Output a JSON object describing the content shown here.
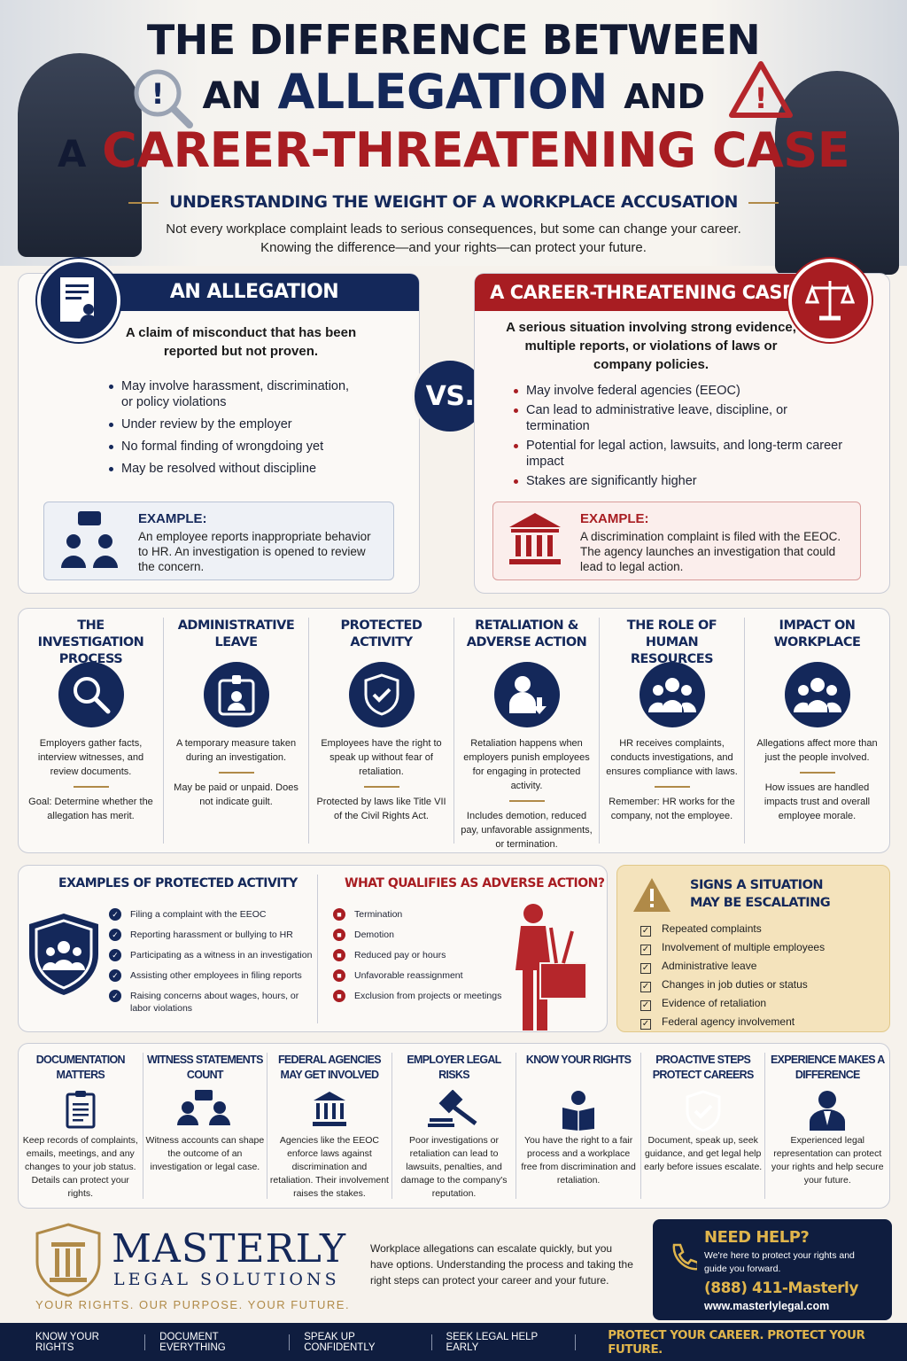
{
  "header": {
    "title_line1": "THE DIFFERENCE BETWEEN",
    "title_an": "AN",
    "title_allegation": "ALLEGATION",
    "title_and": "AND",
    "title_a": "A",
    "title_case": "CAREER-THREATENING CASE",
    "subtitle": "UNDERSTANDING THE WEIGHT OF A WORKPLACE ACCUSATION",
    "intro_line1": "Not every workplace complaint leads to serious consequences, but some can change your career.",
    "intro_line2": "Knowing the difference—and your rights—can protect your future."
  },
  "allegation": {
    "title": "AN ALLEGATION",
    "lede": "A claim of misconduct that has been reported but not proven.",
    "bullets": [
      "May involve harassment, discrimination, or policy violations",
      "Under review by the employer",
      "No formal finding of wrongdoing yet",
      "May be resolved without discipline"
    ],
    "example_label": "EXAMPLE:",
    "example_text": "An employee reports inappropriate behavior to HR. An investigation is opened to review the concern."
  },
  "vs": "VS.",
  "case": {
    "title": "A CAREER-THREATENING CASE",
    "lede": "A serious situation involving strong evidence, multiple reports, or violations of laws or company policies.",
    "bullets": [
      "May involve federal agencies (EEOC)",
      "Can lead to administrative leave, discipline, or termination",
      "Potential for legal action, lawsuits, and long-term career impact",
      "Stakes are significantly higher"
    ],
    "example_label": "EXAMPLE:",
    "example_text": "A discrimination complaint is filed with the EEOC. The agency launches an investigation that could lead to legal action."
  },
  "topics": [
    {
      "title": "THE INVESTIGATION PROCESS",
      "icon": "magnifier-icon",
      "text": "Employers gather facts, interview witnesses, and review documents.",
      "note": "Goal: Determine whether the allegation has merit."
    },
    {
      "title": "ADMINISTRATIVE LEAVE",
      "icon": "id-badge-icon",
      "text": "A temporary measure taken during an investigation.",
      "note": "May be paid or unpaid. Does not indicate guilt."
    },
    {
      "title": "PROTECTED ACTIVITY",
      "icon": "shield-check-icon",
      "text": "Employees have the right to speak up without fear of retaliation.",
      "note": "Protected by laws like Title VII of the Civil Rights Act."
    },
    {
      "title": "RETALIATION & ADVERSE ACTION",
      "icon": "person-down-arrow-icon",
      "text": "Retaliation happens when employers punish employees for engaging in protected activity.",
      "note": "Includes demotion, reduced pay, unfavorable assignments, or termination."
    },
    {
      "title": "THE ROLE OF HUMAN RESOURCES",
      "icon": "group-icon",
      "text": "HR receives complaints, conducts investigations, and ensures compliance with laws.",
      "note": "Remember: HR works for the company, not the employee."
    },
    {
      "title": "IMPACT ON WORKPLACE",
      "icon": "group-icon",
      "text": "Allegations affect more than just the people involved.",
      "note": "How issues are handled impacts trust and overall employee morale."
    }
  ],
  "protected": {
    "title": "EXAMPLES OF PROTECTED ACTIVITY",
    "items": [
      "Filing a complaint with the EEOC",
      "Reporting harassment or bullying to HR",
      "Participating as a witness in an investigation",
      "Assisting other employees in filing reports",
      "Raising concerns about wages, hours, or labor violations"
    ]
  },
  "adverse": {
    "title": "WHAT QUALIFIES AS ADVERSE ACTION?",
    "items": [
      "Termination",
      "Demotion",
      "Reduced pay or hours",
      "Unfavorable reassignment",
      "Exclusion from projects or meetings"
    ]
  },
  "signs": {
    "title": "SIGNS A SITUATION MAY BE ESCALATING",
    "items": [
      "Repeated complaints",
      "Involvement of multiple employees",
      "Administrative leave",
      "Changes in job duties or status",
      "Evidence of retaliation",
      "Federal agency involvement"
    ]
  },
  "tips": [
    {
      "title": "DOCUMENTATION MATTERS",
      "icon": "clipboard-icon",
      "text": "Keep records of complaints, emails, meetings, and any changes to your job status. Details can protect your rights."
    },
    {
      "title": "WITNESS STATEMENTS COUNT",
      "icon": "two-people-chat-icon",
      "text": "Witness accounts can shape the outcome of an investigation or legal case."
    },
    {
      "title": "FEDERAL AGENCIES MAY GET INVOLVED",
      "icon": "government-building-icon",
      "text": "Agencies like the EEOC enforce laws against discrimination and retaliation. Their involvement raises the stakes."
    },
    {
      "title": "EMPLOYER LEGAL RISKS",
      "icon": "gavel-icon",
      "text": "Poor investigations or retaliation can lead to lawsuits, penalties, and damage to the company's reputation."
    },
    {
      "title": "KNOW YOUR RIGHTS",
      "icon": "reader-icon",
      "text": "You have the right to a fair process and a workplace free from discrimination and retaliation."
    },
    {
      "title": "PROACTIVE STEPS PROTECT CAREERS",
      "icon": "shield-check-icon",
      "text": "Document, speak up, seek guidance, and get legal help early before issues escalate."
    },
    {
      "title": "EXPERIENCE MAKES A DIFFERENCE",
      "icon": "lawyer-icon",
      "text": "Experienced legal representation can protect your rights and help secure your future."
    }
  ],
  "brand": {
    "name": "MASTERLY",
    "sub": "LEGAL SOLUTIONS",
    "tagline": "YOUR RIGHTS. OUR PURPOSE. YOUR FUTURE.",
    "blurb": "Workplace allegations can escalate quickly, but you have options. Understanding the process and taking the right steps can protect your career and your future."
  },
  "help": {
    "title": "NEED HELP?",
    "text": "We're here to protect your rights and guide you forward.",
    "phone": "(888) 411-Masterly",
    "url": "www.masterlylegal.com"
  },
  "footer": {
    "items": [
      "KNOW YOUR RIGHTS",
      "DOCUMENT EVERYTHING",
      "SPEAK UP CONFIDENTLY",
      "SEEK LEGAL HELP EARLY"
    ],
    "slogan": "PROTECT YOUR CAREER. PROTECT YOUR FUTURE."
  },
  "colors": {
    "navy": "#14285a",
    "red": "#a81d22",
    "gold": "#b08a48",
    "cream": "#f6f2ec"
  }
}
